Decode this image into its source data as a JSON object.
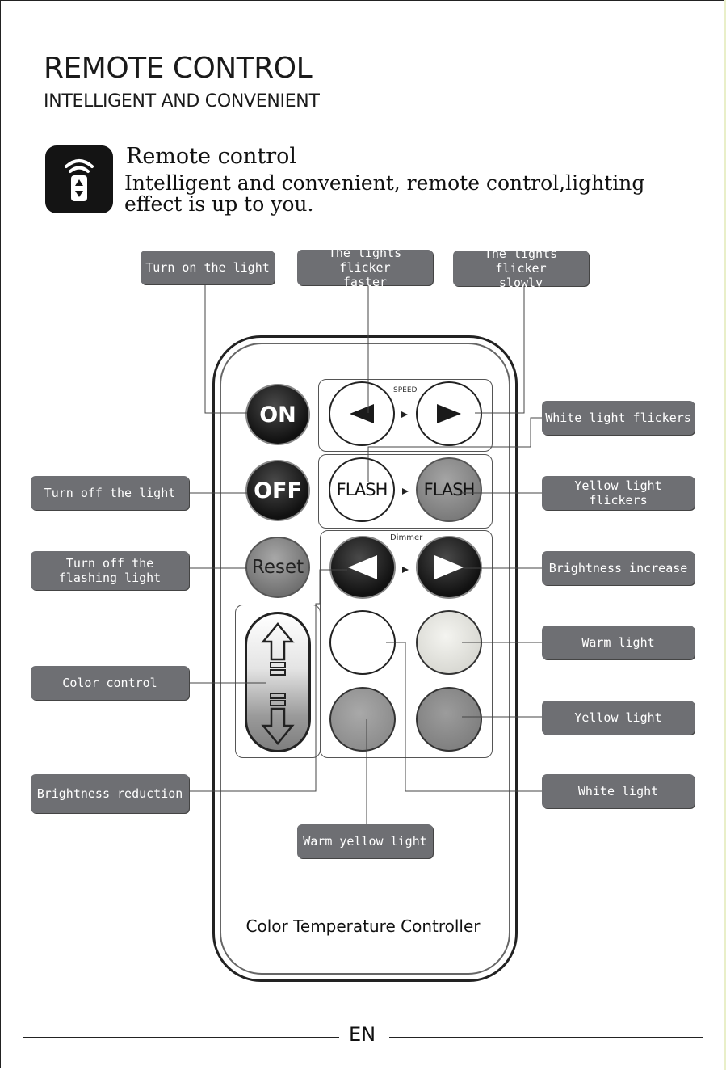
{
  "header": {
    "title": "REMOTE CONTROL",
    "subtitle": "INTELLIGENT AND CONVENIENT"
  },
  "intro": {
    "icon": "remote-signal-icon",
    "heading": "Remote control",
    "text": "Intelligent and convenient, remote control,lighting effect is up to you."
  },
  "labels": {
    "turn_on": "Turn on the light",
    "flicker_faster": "The lights flicker\nfaster",
    "flicker_slowly": "The lights flicker\nslowly",
    "white_flickers": "White light flickers",
    "turn_off": "Turn off the light",
    "yellow_flickers": "Yellow light flickers",
    "turn_off_flashing": "Turn off the\nflashing light",
    "brightness_increase": "Brightness increase",
    "warm_light": "Warm light",
    "color_control": "Color control",
    "yellow_light": "Yellow light",
    "brightness_reduction": "Brightness reduction",
    "white_light": "White light",
    "warm_yellow": "Warm yellow light"
  },
  "remote": {
    "on": "ON",
    "off": "OFF",
    "reset": "Reset",
    "flash": "FLASH",
    "speed": "SPEED",
    "dimmer": "Dimmer",
    "footer": "Color Temperature Controller"
  },
  "colors": {
    "label_bg": "#6e6f73",
    "warm_light_button": "#e6e6e1",
    "warm_yellow_button": "#9a9a9a",
    "yellow_button": "#8c8c8c",
    "yellow_flash_button": "#8e8e8e"
  },
  "footer": {
    "lang": "EN"
  }
}
